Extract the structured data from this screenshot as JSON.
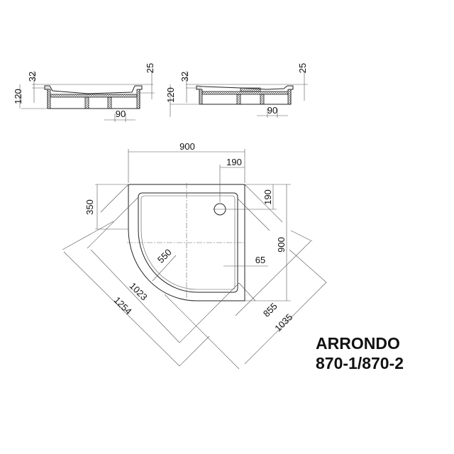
{
  "title": {
    "line1": "ARRONDO",
    "line2": "870-1/870-2"
  },
  "section_left": {
    "dim_32": "32",
    "dim_120": "120",
    "dim_25": "25",
    "dim_90": "90"
  },
  "section_right": {
    "dim_32": "32",
    "dim_120": "120",
    "dim_25": "25",
    "dim_90": "90"
  },
  "plan": {
    "width": "900",
    "drain_x": "190",
    "drain_y": "190",
    "straight_side": "350",
    "depth": "900",
    "radius": "550",
    "inner_offset": "65",
    "diag_inner": "1023",
    "diag_outer": "1254",
    "diag_855": "855",
    "diag_1035": "1035"
  }
}
